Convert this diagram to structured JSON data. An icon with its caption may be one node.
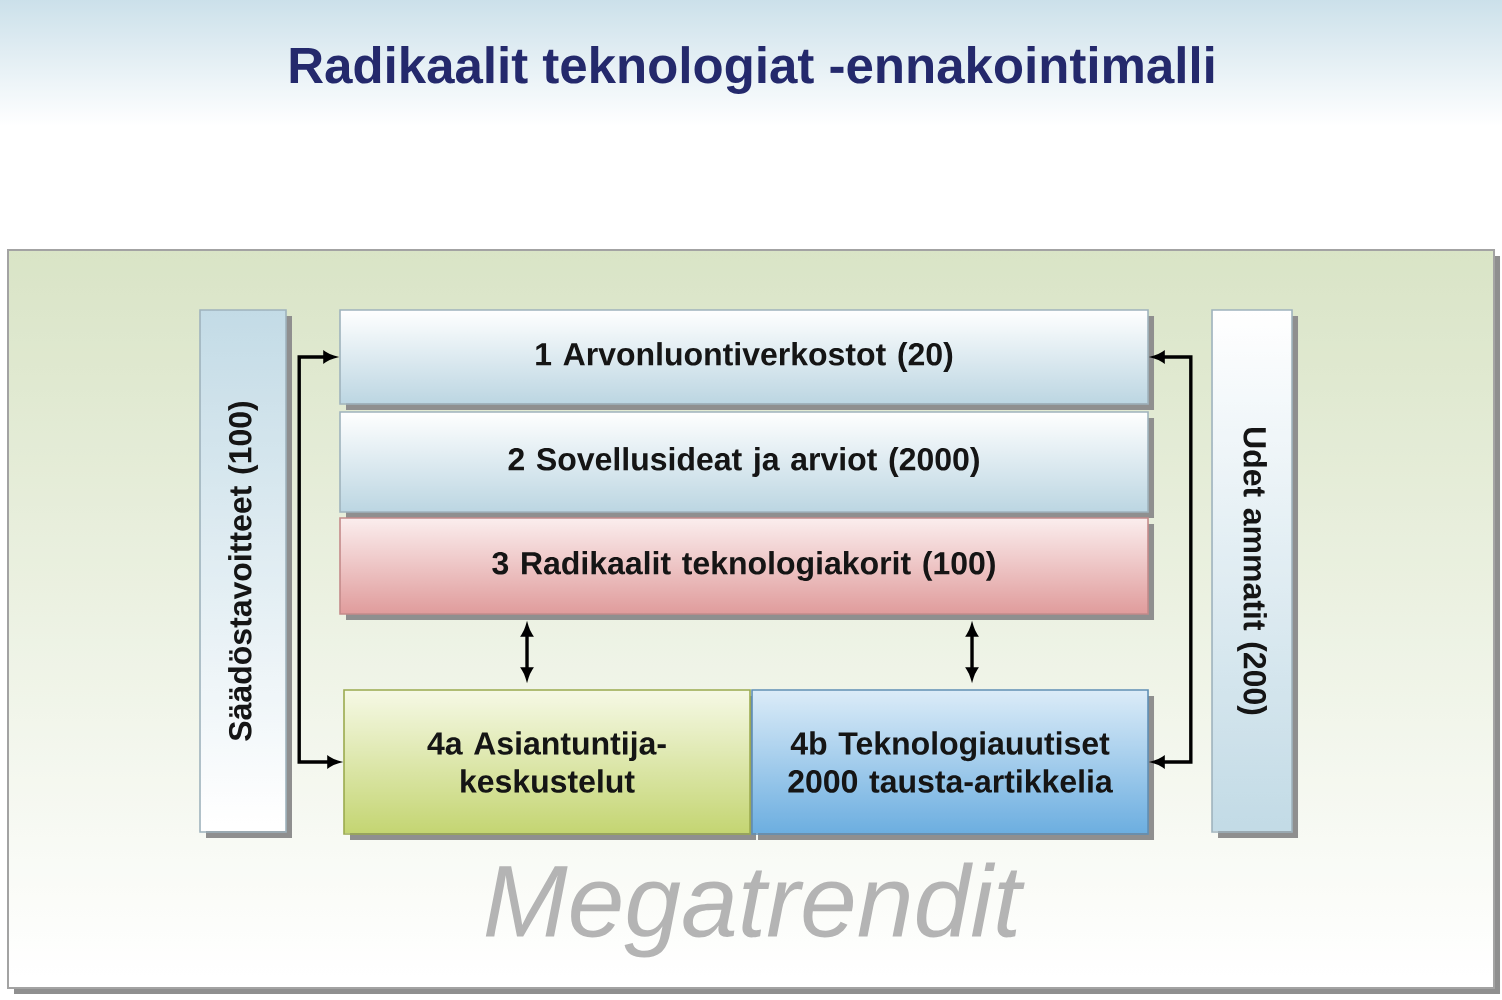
{
  "diagram": {
    "title": "Radikaalit teknologiat -ennakointimalli",
    "nodes": [
      {
        "text": [
          "Megatrendit"
        ]
      },
      {
        "text": [
          "Säädöstavoitteet (100)"
        ],
        "in": 0
      },
      {
        "text": [
          "1 Arvonluontiverkostot (20)"
        ],
        "in": 0
      },
      {
        "text": [
          "2 Sovellusideat ja arviot (2000)"
        ],
        "in": 0
      },
      {
        "text": [
          "3 Radikaalit teknologiakorit (100)"
        ],
        "in": 0
      },
      {
        "text": [
          "4a Asiantuntija- keskustelut"
        ],
        "in": 0
      },
      {
        "text": [
          "4b Teknologiauutiset 2000 tausta-artikkelia"
        ],
        "in": 0
      },
      {
        "text": [
          "Udet ammatit (200)"
        ],
        "in": 0
      }
    ],
    "edges": [
      {
        "from": 2,
        "to": 5,
        "arrow": "both"
      },
      {
        "from": 4,
        "to": 5,
        "arrow": "both"
      },
      {
        "from": 4,
        "to": 6,
        "arrow": "both"
      },
      {
        "from": 2,
        "to": 6,
        "arrow": "both"
      }
    ]
  }
}
